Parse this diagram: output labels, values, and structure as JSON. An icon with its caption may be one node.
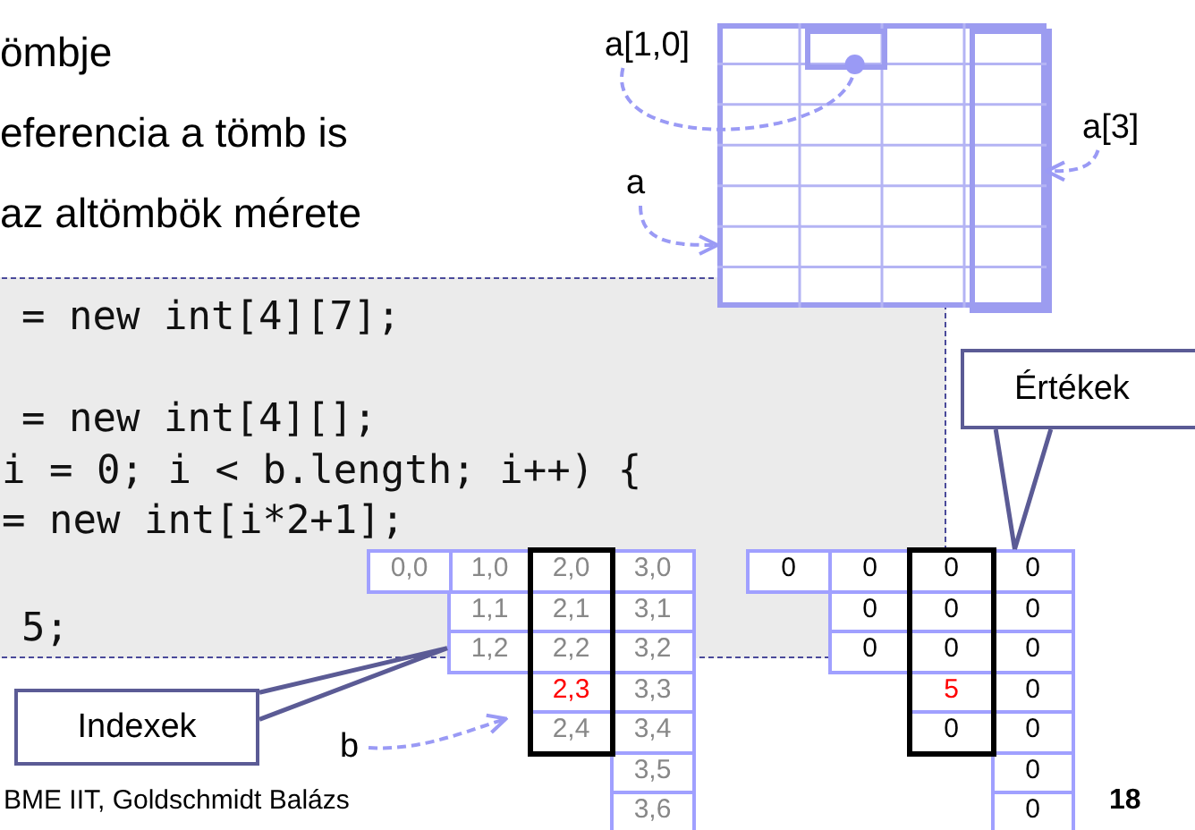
{
  "diagram": {
    "nodes": [
      {
        "text": [],
        "shape": "box"
      },
      {
        "text": [],
        "shape": "box",
        "in": 0
      },
      {
        "text": [],
        "shape": "box",
        "in": 0
      },
      {
        "text": [
          "a[1,0]"
        ]
      },
      {
        "text": [
          "a"
        ]
      },
      {
        "text": [
          "a[3]"
        ]
      },
      {
        "text": [
          "Indexek"
        ]
      },
      {
        "text": [],
        "shape": "box"
      },
      {
        "text": [
          "b"
        ]
      },
      {
        "text": [
          "Értékek"
        ]
      },
      {
        "text": [],
        "shape": "box"
      }
    ],
    "edges": [
      {
        "from": 3,
        "to": 1,
        "arrow": "other",
        "style": "dashed"
      },
      {
        "from": 4,
        "to": 0,
        "arrow": "to",
        "style": "dashed"
      },
      {
        "from": 5,
        "to": 2,
        "arrow": "to",
        "style": "dashed"
      },
      {
        "from": 6,
        "to": 7,
        "arrow": "none",
        "color": "#5b5b95"
      },
      {
        "from": 8,
        "to": 7,
        "arrow": "to",
        "style": "dashed"
      },
      {
        "from": 9,
        "to": 10,
        "arrow": "none",
        "color": "#5b5b95"
      }
    ],
    "labels": [
      "ömbje",
      "eferencia a tömb is",
      "az altömbök mérete",
      "= new int[4][7];",
      "= new int[4][];",
      "i = 0; i < b.length; i++) {",
      "= new int[i*2+1];",
      "5;",
      "0,0",
      "1,0",
      "2,0",
      "3,0",
      "0",
      "0",
      "0",
      "0",
      "1,1",
      "2,1",
      "3,1",
      "0",
      "0",
      "0",
      "1,2",
      "2,2",
      "3,2",
      "0",
      "0",
      "0",
      "2,3",
      "3,3",
      "5",
      "0",
      "2,4",
      "3,4",
      "0",
      "0",
      "3,5",
      "0",
      "BME IIT, Goldschmidt Balázs",
      "3,6",
      "0",
      "18"
    ]
  }
}
